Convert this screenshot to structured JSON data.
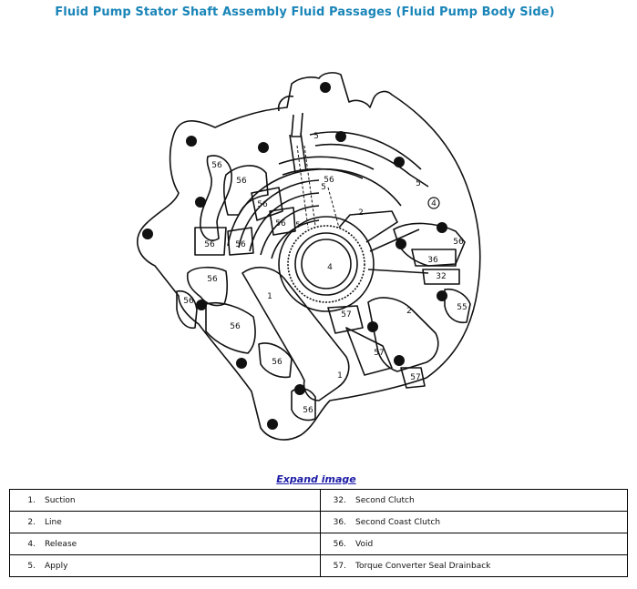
{
  "title": "Fluid Pump Stator Shaft Assembly Fluid Passages (Fluid Pump Body Side)",
  "expand_link": "Expand image",
  "diagram_callouts": [
    "56",
    "56",
    "56",
    "56",
    "56",
    "56",
    "56",
    "56",
    "56",
    "56",
    "56",
    "56",
    "56",
    "5",
    "5",
    "5",
    "5",
    "4",
    "4",
    "2",
    "2",
    "1",
    "1",
    "36",
    "32",
    "55",
    "57",
    "57",
    "57"
  ],
  "legend": {
    "rows": [
      {
        "left": {
          "num": "1.",
          "label": "Suction"
        },
        "right": {
          "num": "32.",
          "label": "Second Clutch"
        }
      },
      {
        "left": {
          "num": "2.",
          "label": "Line"
        },
        "right": {
          "num": "36.",
          "label": "Second Coast Clutch"
        }
      },
      {
        "left": {
          "num": "4.",
          "label": "Release"
        },
        "right": {
          "num": "56.",
          "label": "Void"
        }
      },
      {
        "left": {
          "num": "5.",
          "label": "Apply"
        },
        "right": {
          "num": "57.",
          "label": "Torque Converter Seal Drainback"
        }
      }
    ]
  }
}
